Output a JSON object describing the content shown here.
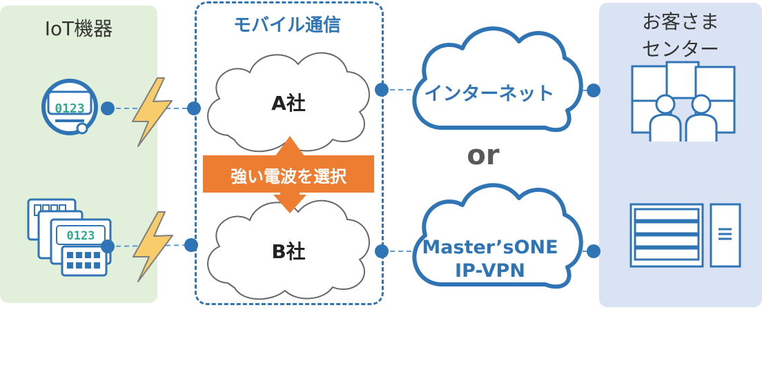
{
  "iot_panel": {
    "title": "IoT機器",
    "meter_reading": "0123"
  },
  "mobile_panel": {
    "title": "モバイル通信"
  },
  "carrier_a": {
    "label": "A社"
  },
  "carrier_b": {
    "label": "B社"
  },
  "signal_choice": {
    "label": "強い電波を選択"
  },
  "internet_cloud": {
    "label": "インターネット"
  },
  "or_label": "or",
  "vpn_cloud": {
    "line1": "Master’sONE",
    "line2": "IP-VPN"
  },
  "customer_panel": {
    "title_line1": "お客さま",
    "title_line2": "センター"
  },
  "colors": {
    "iot_bg": "#e2efda",
    "customer_bg": "#dae3f3",
    "accent_blue": "#2f75b5",
    "line_blue": "#5b9bd5",
    "orange": "#ed7d31",
    "bolt_fill": "#f8cb6b",
    "cloud_stroke": "#666666"
  }
}
